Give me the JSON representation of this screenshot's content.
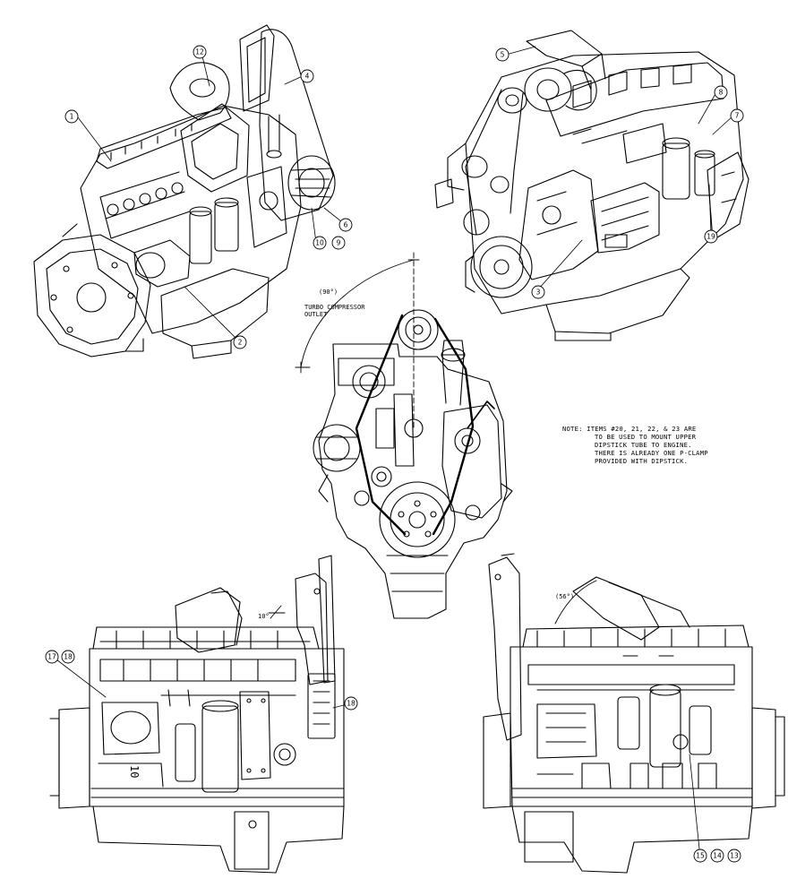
{
  "views": [
    {
      "id": "iso-left"
    },
    {
      "id": "iso-right"
    },
    {
      "id": "front"
    },
    {
      "id": "side-left"
    },
    {
      "id": "side-right"
    }
  ],
  "angle_labels": {
    "turbo_angle": "(90°)",
    "turbo_label_line1": "TURBO COMPRESSOR",
    "turbo_label_line2": "OUTLET",
    "left_angle": "10°",
    "right_angle": "(56°)"
  },
  "note": {
    "lines": [
      "NOTE: ITEMS #20, 21, 22, & 23 ARE",
      "TO BE USED TO MOUNT UPPER",
      "DIPSTICK TUBE TO ENGINE.",
      "THERE IS ALREADY ONE P-CLAMP",
      "PROVIDED WITH DIPSTICK."
    ]
  },
  "balloons": {
    "b1": "1",
    "b2": "2",
    "b3": "3",
    "b4": "4",
    "b5": "5",
    "b6": "6",
    "b7": "7",
    "b8": "8",
    "b9": "9",
    "b10": "10",
    "b12": "12",
    "b13": "13",
    "b14": "14",
    "b15": "15",
    "b17": "17",
    "b18a": "18",
    "b18b": "18",
    "b19": "19"
  },
  "stamp": "10"
}
